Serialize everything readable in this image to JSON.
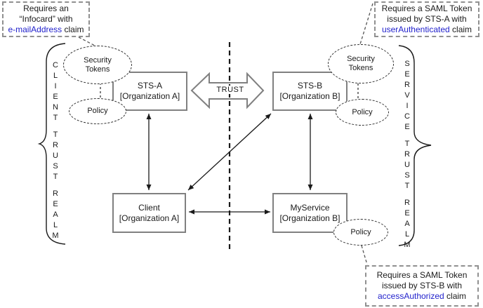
{
  "callouts": {
    "infocard": {
      "line1": "Requires an",
      "line2": "“Infocard” with",
      "claim": "e-mailAddress",
      "line3_suffix": " claim"
    },
    "sts_a_token": {
      "line1": "Requires a SAML Token",
      "line2": "issued by STS-A with",
      "claim": "userAuthenticated",
      "line3_suffix": " claim"
    },
    "sts_b_token": {
      "line1": "Requires a SAML Token",
      "line2": "issued by STS-B with",
      "claim": "accessAuthorized",
      "line3_suffix": " claim"
    }
  },
  "boxes": {
    "sts_a": {
      "title": "STS-A",
      "subtitle": "[Organization A]"
    },
    "sts_b": {
      "title": "STS-B",
      "subtitle": "[Organization B]"
    },
    "client": {
      "title": "Client",
      "subtitle": "[Organization A]"
    },
    "myservice": {
      "title": "MyService",
      "subtitle": "[Organization B]"
    }
  },
  "ellipses": {
    "security_tokens_a": {
      "line1": "Security",
      "line2": "Tokens"
    },
    "policy_a": {
      "label": "Policy"
    },
    "security_tokens_b": {
      "line1": "Security",
      "line2": "Tokens"
    },
    "policy_b": {
      "label": "Policy"
    },
    "policy_service": {
      "label": "Policy"
    }
  },
  "trust_arrow": {
    "label": "TRUST"
  },
  "realms": {
    "client": {
      "words": [
        "CLIENT",
        "TRUST",
        "REALM"
      ]
    },
    "service": {
      "words": [
        "SERVICE",
        "TRUST",
        "REALM"
      ]
    }
  },
  "colors": {
    "claim_text": "#2222cc",
    "box_border": "#808080",
    "line": "#1a1a1a"
  }
}
